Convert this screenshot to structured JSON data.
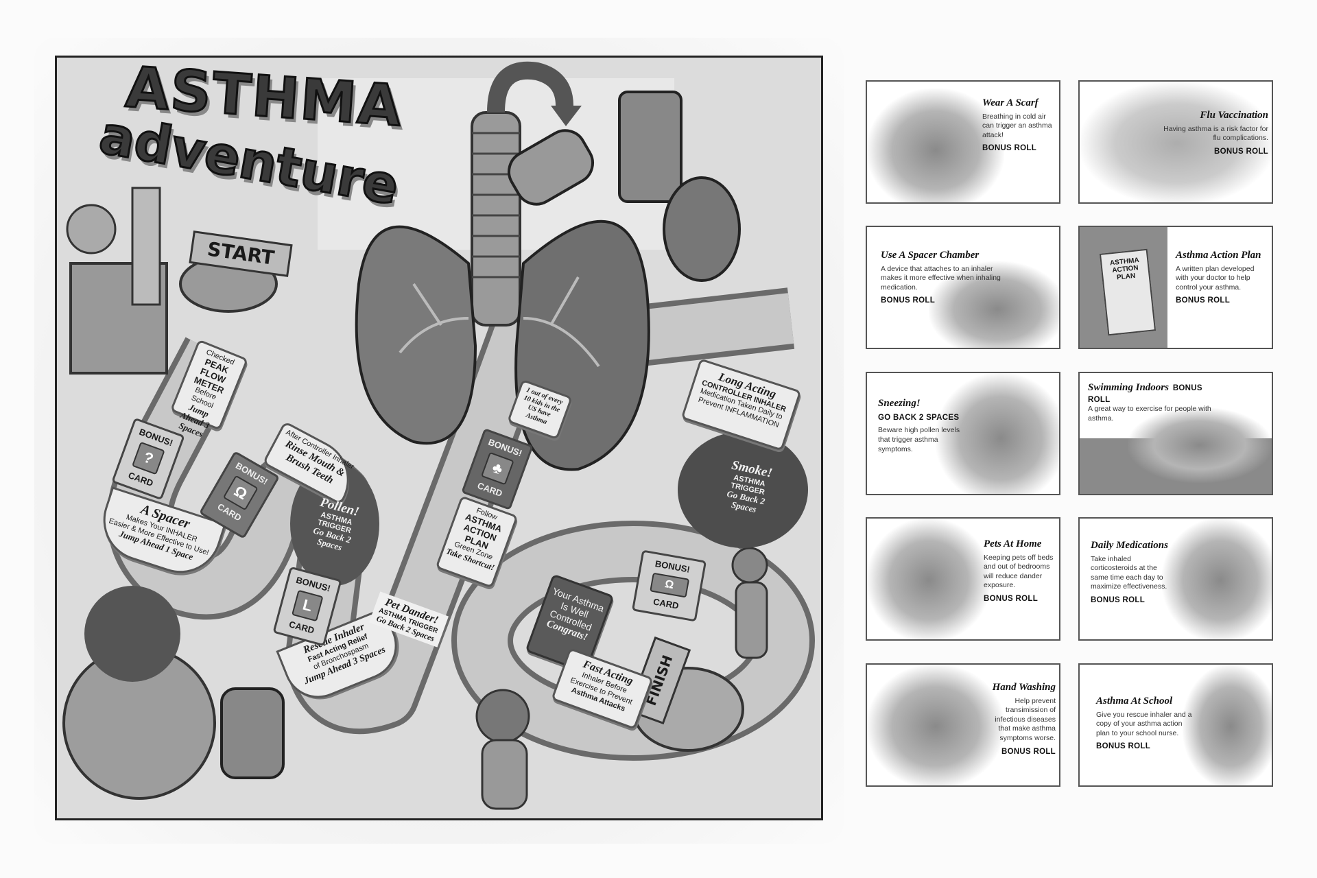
{
  "board": {
    "title_line1": "ASTHMA",
    "title_line2": "adventure",
    "start": "START",
    "finish": "FINISH",
    "spaces": {
      "peak_flow": {
        "top": "Checked",
        "main": "Peak Flow Meter",
        "sub": "Before School",
        "action": "Jump Ahead 3 Spaces"
      },
      "spacer": {
        "top": "A",
        "main": "Spacer",
        "line1": "Makes Your INHALER",
        "line2": "Easier & More Effective to Use!",
        "action": "Jump Ahead 1 Space"
      },
      "rinse": {
        "top": "After Controller Inhaler",
        "action": "Rinse Mouth & Brush Teeth"
      },
      "pollen": {
        "main": "Pollen!",
        "sub": "Asthma Trigger",
        "action": "Go Back 2 Spaces"
      },
      "rescue": {
        "main": "Rescue Inhaler",
        "line1": "Fast Acting Relief",
        "line2": "of Bronchospasm",
        "action": "Jump Ahead 3 Spaces"
      },
      "pet_dander": {
        "main": "Pet Dander!",
        "sub": "Asthma Trigger",
        "action": "Go Back 2 Spaces"
      },
      "action_plan": {
        "top": "Follow",
        "main": "Asthma Action Plan",
        "sub": "Green Zone",
        "action": "Take Shortcut!"
      },
      "stat": {
        "text": "1 out of every 10 kids in the US have Asthma"
      },
      "long_acting": {
        "main": "Long Acting",
        "line1": "CONTROLLER INHALER",
        "line2": "Medication Taken Daily to",
        "line3": "Prevent INFLAMMATION"
      },
      "smoke": {
        "main": "Smoke!",
        "sub": "Asthma Trigger",
        "action": "Go Back 2 Spaces"
      },
      "controlled": {
        "main": "Your Asthma Is Well Controlled",
        "action": "Congrats!"
      },
      "fast_acting": {
        "main": "Fast Acting",
        "line1": "Inhaler Before",
        "line2": "Exercise to Prevent",
        "line3": "Asthma Attacks"
      }
    },
    "bonus_spaces": [
      {
        "top": "BONUS!",
        "bottom": "CARD",
        "icon": "question-mark-icon",
        "glyph": "?"
      },
      {
        "top": "BONUS!",
        "bottom": "CARD",
        "icon": "pump-icon",
        "glyph": "Ω"
      },
      {
        "top": "BONUS!",
        "bottom": "CARD",
        "icon": "inhaler-icon",
        "glyph": "L"
      },
      {
        "top": "BONUS!",
        "bottom": "CARD",
        "icon": "lungs-icon",
        "glyph": "♣"
      },
      {
        "top": "BONUS!",
        "bottom": "CARD",
        "icon": "pump-icon",
        "glyph": "Ω"
      }
    ]
  },
  "cards": [
    {
      "title": "Wear A Scarf",
      "body": "Breathing in cold air can trigger an asthma attack!",
      "action": "BONUS ROLL"
    },
    {
      "title": "Flu Vaccination",
      "body": "Having asthma is a risk factor for flu complications.",
      "action": "BONUS ROLL"
    },
    {
      "title": "Use A Spacer Chamber",
      "body": "A device that attaches to an inhaler makes it more effective when inhaling medication.",
      "action": "BONUS ROLL"
    },
    {
      "title": "Asthma Action Plan",
      "body": "A written plan developed with your doctor to help control your asthma.",
      "action": "BONUS ROLL",
      "art_text": "ASTHMA ACTION PLAN"
    },
    {
      "title": "Sneezing!",
      "body": "Beware high pollen levels that trigger asthma symptoms.",
      "action": "GO BACK 2 SPACES"
    },
    {
      "title": "Swimming Indoors",
      "body": "A great way to exercise for people with asthma.",
      "action": "BONUS ROLL"
    },
    {
      "title": "Pets At Home",
      "body": "Keeping pets off beds and out of bedrooms will reduce dander exposure.",
      "action": "BONUS ROLL"
    },
    {
      "title": "Daily Medications",
      "body": "Take inhaled corticosteroids at the same time each day to maximize effectiveness.",
      "action": "BONUS ROLL"
    },
    {
      "title": "Hand Washing",
      "body": "Help prevent transimission of infectious diseases that make asthma symptoms worse.",
      "action": "BONUS ROLL"
    },
    {
      "title": "Asthma At School",
      "body": "Give you rescue inhaler and a copy of your asthma action plan to your school nurse.",
      "action": "BONUS ROLL"
    }
  ]
}
